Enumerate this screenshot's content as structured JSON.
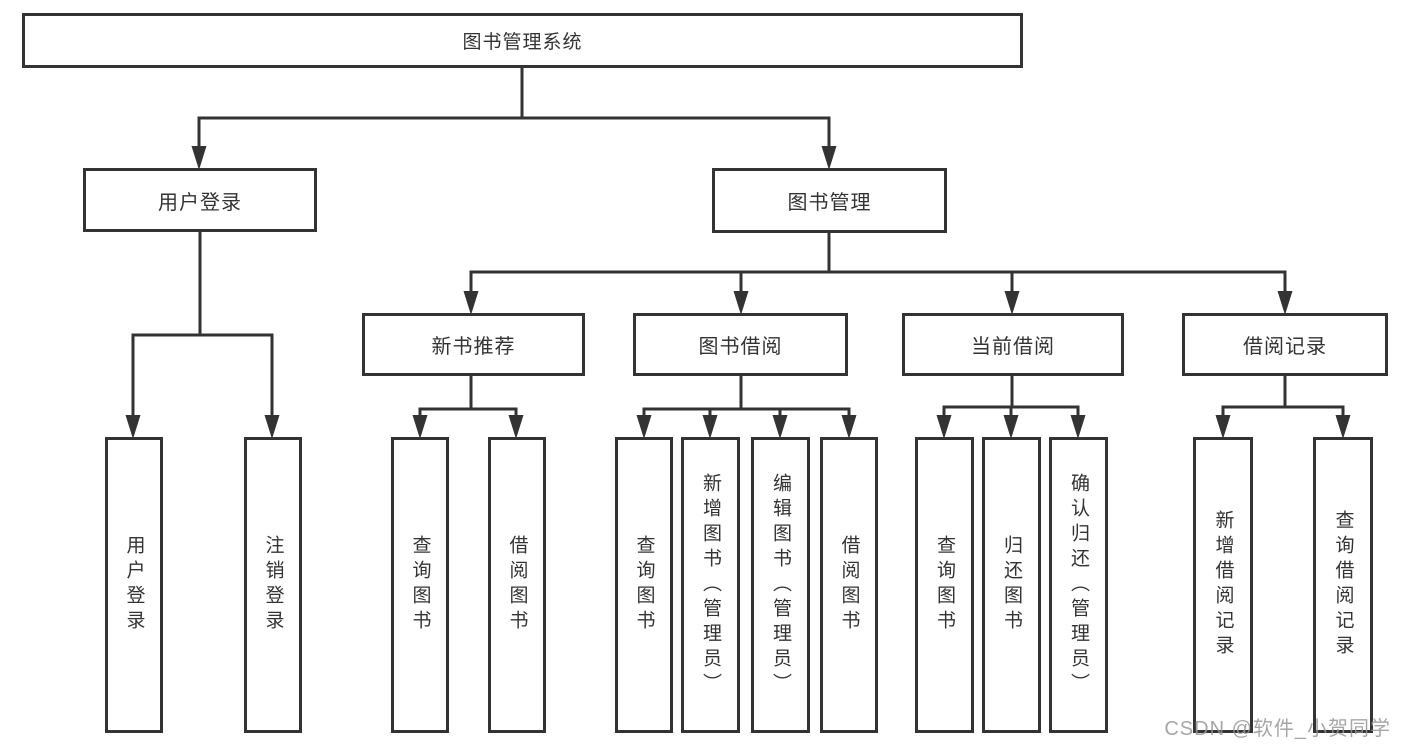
{
  "diagram": {
    "root": {
      "label": "图书管理系统"
    },
    "level2": [
      {
        "label": "用户登录"
      },
      {
        "label": "图书管理"
      }
    ],
    "level3": [
      {
        "label": "新书推荐"
      },
      {
        "label": "图书借阅"
      },
      {
        "label": "当前借阅"
      },
      {
        "label": "借阅记录"
      }
    ],
    "level4": [
      {
        "label": "用户登录"
      },
      {
        "label": "注销登录"
      },
      {
        "label": "查询图书"
      },
      {
        "label": "借阅图书"
      },
      {
        "label": "查询图书"
      },
      {
        "label": "新增图书（管理员）"
      },
      {
        "label": "编辑图书（管理员）"
      },
      {
        "label": "借阅图书"
      },
      {
        "label": "查询图书"
      },
      {
        "label": "归还图书"
      },
      {
        "label": "确认归还（管理员）"
      },
      {
        "label": "新增借阅记录"
      },
      {
        "label": "查询借阅记录"
      }
    ]
  },
  "watermark": "CSDN @软件_小贺同学",
  "colors": {
    "line": "#333333",
    "text": "#333333",
    "watermark": "#969696",
    "background": "#ffffff"
  }
}
